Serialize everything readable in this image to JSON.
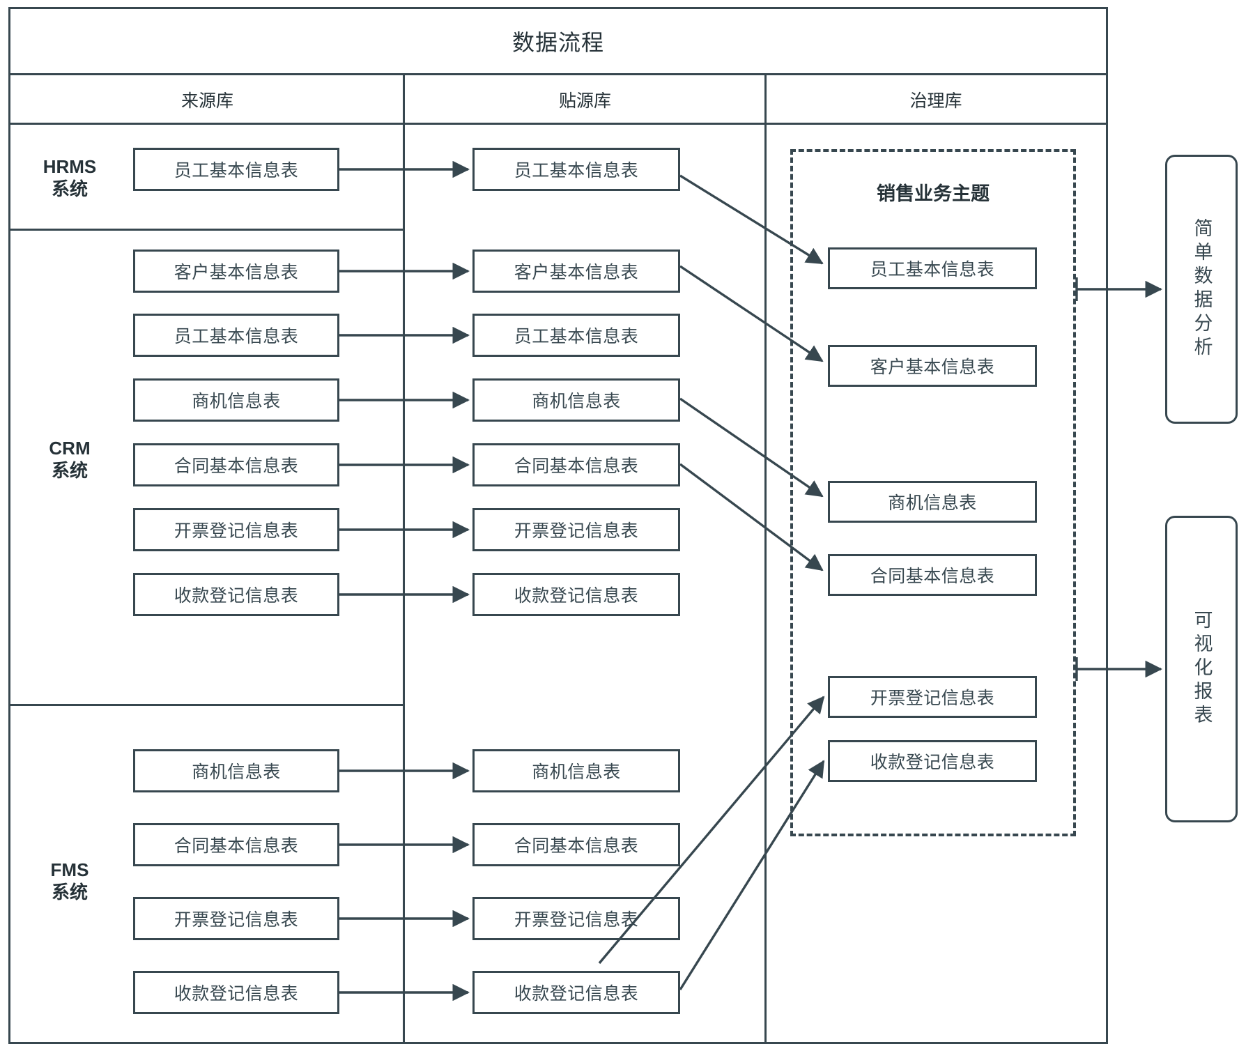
{
  "diagram": {
    "title": "数据流程",
    "columns": [
      {
        "id": "source",
        "label": "来源库"
      },
      {
        "id": "staging",
        "label": "贴源库"
      },
      {
        "id": "governance",
        "label": "治理库"
      }
    ],
    "systems": [
      {
        "id": "hrms",
        "name": "HRMS",
        "suffix": "系统"
      },
      {
        "id": "crm",
        "name": "CRM",
        "suffix": "系统"
      },
      {
        "id": "fms",
        "name": "FMS",
        "suffix": "系统"
      }
    ],
    "source_tables": [
      {
        "system": "hrms",
        "label": "员工基本信息表"
      },
      {
        "system": "crm",
        "label": "客户基本信息表"
      },
      {
        "system": "crm",
        "label": "员工基本信息表"
      },
      {
        "system": "crm",
        "label": "商机信息表"
      },
      {
        "system": "crm",
        "label": "合同基本信息表"
      },
      {
        "system": "crm",
        "label": "开票登记信息表"
      },
      {
        "system": "crm",
        "label": "收款登记信息表"
      },
      {
        "system": "fms",
        "label": "商机信息表"
      },
      {
        "system": "fms",
        "label": "合同基本信息表"
      },
      {
        "system": "fms",
        "label": "开票登记信息表"
      },
      {
        "system": "fms",
        "label": "收款登记信息表"
      }
    ],
    "staging_tables": [
      {
        "system": "hrms",
        "label": "员工基本信息表"
      },
      {
        "system": "crm",
        "label": "客户基本信息表"
      },
      {
        "system": "crm",
        "label": "员工基本信息表"
      },
      {
        "system": "crm",
        "label": "商机信息表"
      },
      {
        "system": "crm",
        "label": "合同基本信息表"
      },
      {
        "system": "crm",
        "label": "开票登记信息表"
      },
      {
        "system": "crm",
        "label": "收款登记信息表"
      },
      {
        "system": "fms",
        "label": "商机信息表"
      },
      {
        "system": "fms",
        "label": "合同基本信息表"
      },
      {
        "system": "fms",
        "label": "开票登记信息表"
      },
      {
        "system": "fms",
        "label": "收款登记信息表"
      }
    ],
    "subject_area": {
      "title": "销售业务主题",
      "tables": [
        {
          "label": "员工基本信息表"
        },
        {
          "label": "客户基本信息表"
        },
        {
          "label": "商机信息表"
        },
        {
          "label": "合同基本信息表"
        },
        {
          "label": "开票登记信息表"
        },
        {
          "label": "收款登记信息表"
        }
      ]
    },
    "outputs": [
      {
        "id": "simple-analysis",
        "label": "简单数据分析"
      },
      {
        "id": "visual-report",
        "label": "可视化报表"
      }
    ],
    "colors": {
      "line": "#37474F",
      "text": "#263238",
      "background": "#FFFFFF"
    }
  }
}
